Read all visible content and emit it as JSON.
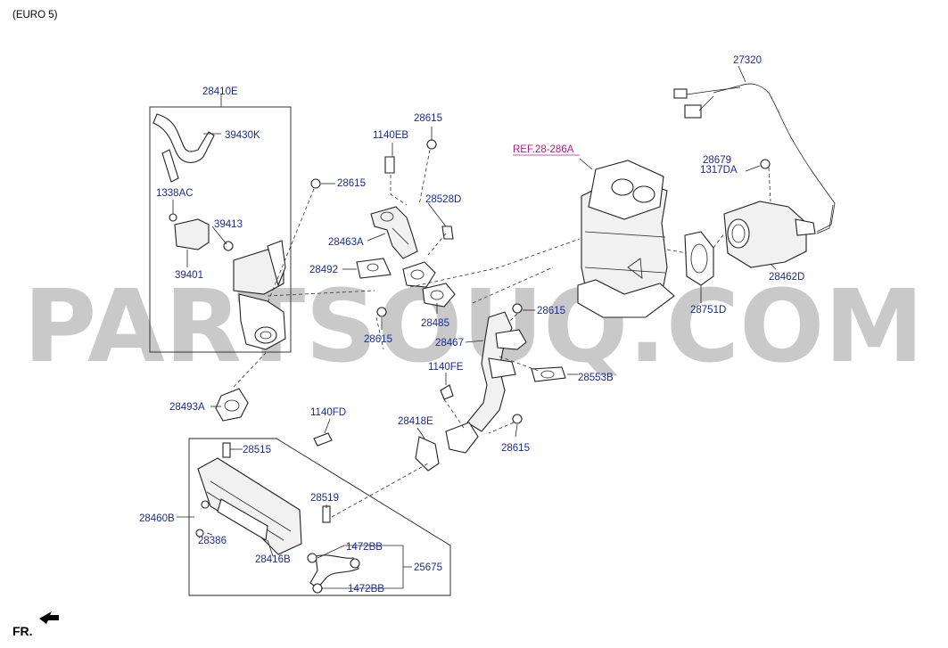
{
  "header": {
    "variant": "(EURO 5)"
  },
  "watermark": "PARTSOUQ.COM",
  "direction": "FR.",
  "ref_label": "REF.28-286A",
  "labels": {
    "p27320": "27320",
    "p28410E": "28410E",
    "p39430K": "39430K",
    "p1338AC": "1338AC",
    "p39413": "39413",
    "p39401": "39401",
    "p28615_a": "28615",
    "p1140EB": "1140EB",
    "p28615_b": "28615",
    "p28528D": "28528D",
    "p28463A": "28463A",
    "p28492": "28492",
    "p28485": "28485",
    "p28615_c": "28615",
    "p28679": "28679",
    "p1317DA": "1317DA",
    "p28462D": "28462D",
    "p28751D": "28751D",
    "p28615_d": "28615",
    "p28467": "28467",
    "p28553B": "28553B",
    "p1140FE": "1140FE",
    "p28493A": "28493A",
    "p1140FD": "1140FD",
    "p28418E": "28418E",
    "p28615_e": "28615",
    "p28515": "28515",
    "p28519": "28519",
    "p28460B": "28460B",
    "p28386": "28386",
    "p28416B": "28416B",
    "p1472BB_a": "1472BB",
    "p25675": "25675",
    "p1472BB_b": "1472BB"
  }
}
